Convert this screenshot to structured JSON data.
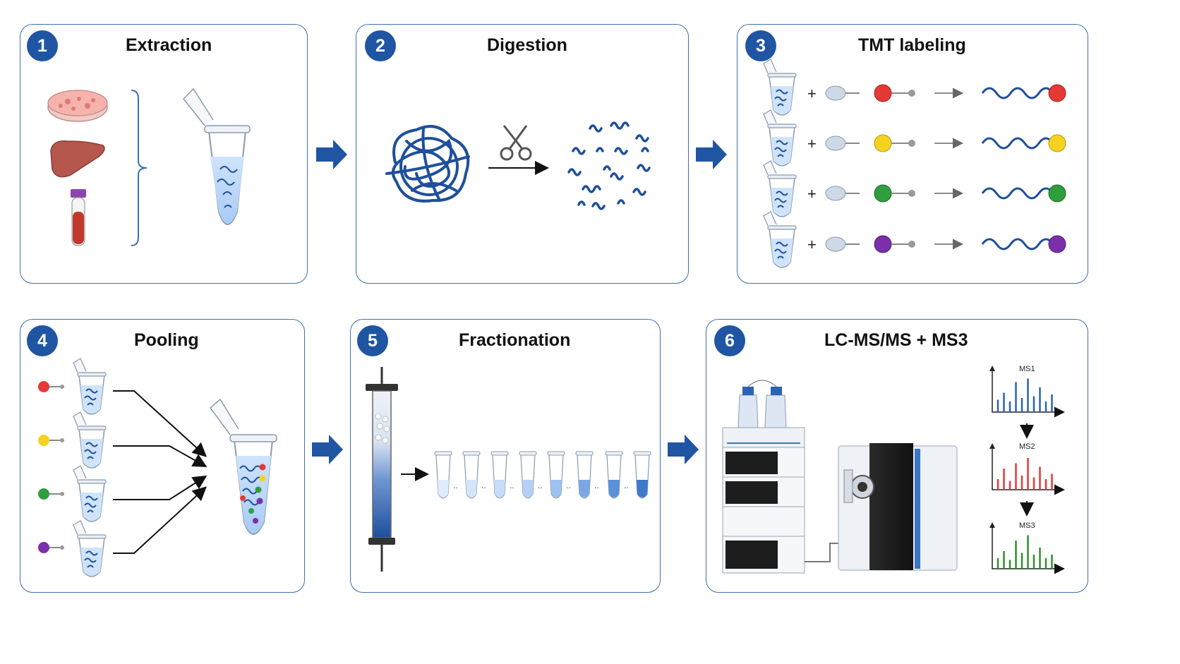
{
  "colors": {
    "panel_border": "#3f6fb0",
    "badge": "#1f55a3",
    "arrow": "#1f55a3",
    "peptide": "#1f4f9c",
    "tag_red": "#e53935",
    "tag_yellow": "#f4d21f",
    "tag_green": "#2e9e3e",
    "tag_purple": "#7b2fa8",
    "ms1": "#2a62b8",
    "ms2": "#e53935",
    "ms3": "#2e8f2e"
  },
  "steps": [
    {
      "number": "1",
      "title": "Extraction"
    },
    {
      "number": "2",
      "title": "Digestion"
    },
    {
      "number": "3",
      "title": "TMT labeling"
    },
    {
      "number": "4",
      "title": "Pooling"
    },
    {
      "number": "5",
      "title": "Fractionation"
    },
    {
      "number": "6",
      "title": "LC-MS/MS + MS3"
    }
  ],
  "labeling": {
    "plus_symbol": "+"
  },
  "spectra": [
    {
      "label": "MS1",
      "peaks": [
        0.35,
        0.55,
        0.3,
        0.85,
        0.4,
        0.95,
        0.45,
        0.7,
        0.3,
        0.5
      ]
    },
    {
      "label": "MS2",
      "peaks": [
        0.3,
        0.6,
        0.25,
        0.75,
        0.4,
        0.9,
        0.35,
        0.65,
        0.3,
        0.45
      ]
    },
    {
      "label": "MS3",
      "peaks": [
        0.3,
        0.5,
        0.25,
        0.8,
        0.45,
        0.95,
        0.4,
        0.6,
        0.3,
        0.4
      ]
    }
  ]
}
